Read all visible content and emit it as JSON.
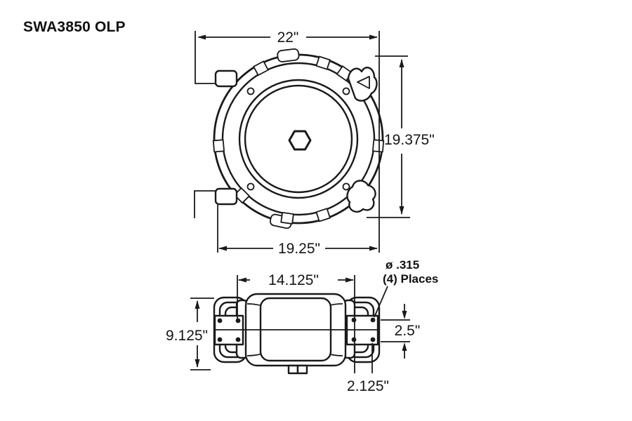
{
  "title": "SWA3850 OLP",
  "colors": {
    "ink": "#1a1a1a",
    "background": "#ffffff"
  },
  "front_view": {
    "label": "front view of spring-driven reel",
    "dims": {
      "width_top": "22\"",
      "height": "19.375\"",
      "width_bottom": "19.25\""
    }
  },
  "side_view": {
    "label": "top view of reel with mounting plates",
    "dims": {
      "mount_span": "14.125\"",
      "height": "9.125\"",
      "hole_spacing_vertical": "2.5\"",
      "hole_spacing_horizontal": "2.125\""
    },
    "hole_callout": {
      "line1": "ø .315",
      "line2": "(4) Places"
    }
  }
}
